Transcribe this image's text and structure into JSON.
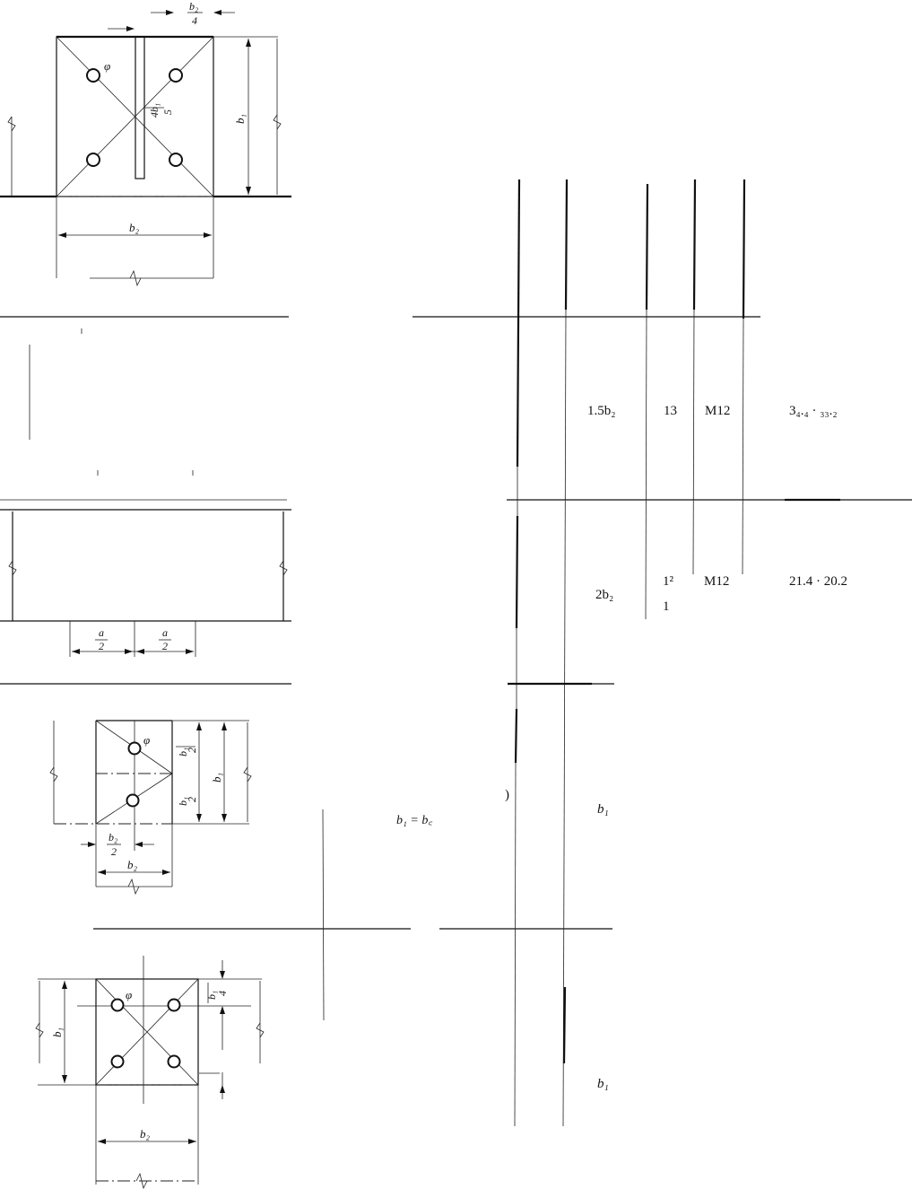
{
  "labels": {
    "b2": "b₂",
    "b1": "b₁",
    "b2_over_4_num": "b₂",
    "b2_over_4_den": "4",
    "four_b1_over_5_num": "4b₁",
    "four_b1_over_5_den": "5",
    "a_over_2_num": "a",
    "a_over_2_den": "2",
    "b1_over_2_num": "b₁",
    "b1_over_2_den": "2",
    "b2_over_2_num": "b₂",
    "b2_over_2_den": "2",
    "b1_over_4_num": "b₁",
    "b1_over_4_den": "4",
    "phi": "φ",
    "b1_eq_bc": "b₁ = b꜀"
  },
  "table": {
    "rows": [
      {
        "size": "1.5b₂",
        "n": "13",
        "bolt": "M12",
        "value": "3₄.₄ · ₃₃.₂"
      },
      {
        "size": "2b₂",
        "n": "1²",
        "n2": "1",
        "bolt": "M12",
        "value": "21.4 · 20.2"
      },
      {
        "size": "b₁",
        "note": ")"
      },
      {
        "size": "b₁"
      }
    ]
  }
}
